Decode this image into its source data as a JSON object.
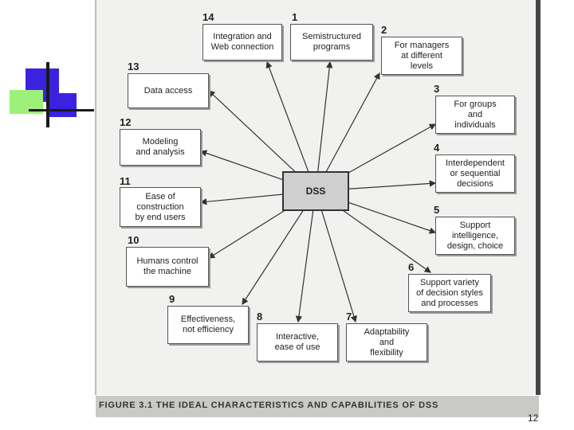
{
  "center_label": "DSS",
  "nodes": [
    {
      "number": "1",
      "label": "Semistructured\nprograms"
    },
    {
      "number": "2",
      "label": "For managers\nat different\nlevels"
    },
    {
      "number": "3",
      "label": "For groups\nand\nindividuals"
    },
    {
      "number": "4",
      "label": "Interdependent\nor sequential\ndecisions"
    },
    {
      "number": "5",
      "label": "Support\nintelligence,\ndesign, choice"
    },
    {
      "number": "6",
      "label": "Support variety\nof decision styles\nand processes"
    },
    {
      "number": "7",
      "label": "Adaptability\nand\nflexibility"
    },
    {
      "number": "8",
      "label": "Interactive,\nease of use"
    },
    {
      "number": "9",
      "label": "Effectiveness,\nnot efficiency"
    },
    {
      "number": "10",
      "label": "Humans control\nthe machine"
    },
    {
      "number": "11",
      "label": "Ease of\nconstruction\nby end users"
    },
    {
      "number": "12",
      "label": "Modeling\nand analysis"
    },
    {
      "number": "13",
      "label": "Data access"
    },
    {
      "number": "14",
      "label": "Integration and\nWeb connection"
    }
  ],
  "caption": "FIGURE 3.1  THE IDEAL CHARACTERISTICS AND CAPABILITIES OF DSS",
  "page_number": "12",
  "colors": {
    "deco_blue": "#3b22e0",
    "deco_green": "#9df07a",
    "deco_line": "#1a1a1a",
    "center_fill": "#cfcfcf"
  }
}
